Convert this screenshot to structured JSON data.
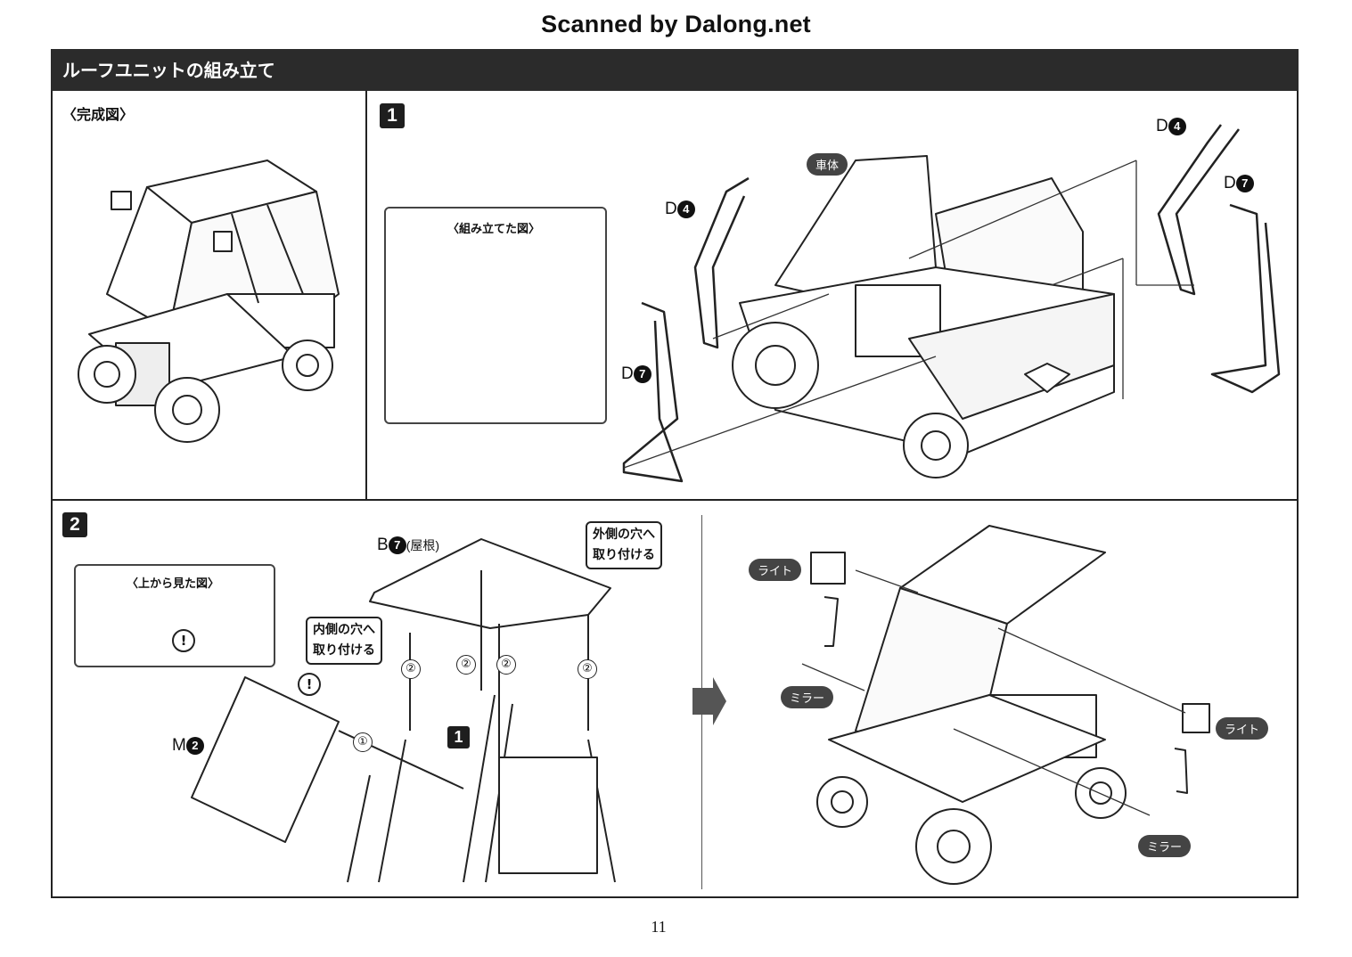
{
  "scan_credit": "Scanned by Dalong.net",
  "header": {
    "title": "ルーフユニットの組み立て"
  },
  "completed_view": {
    "label": "〈完成図〉"
  },
  "step1": {
    "number": "1",
    "inset_label": "〈組み立てた図〉",
    "body_tag": "車体",
    "parts": [
      {
        "letter": "D",
        "num": "4"
      },
      {
        "letter": "D",
        "num": "7"
      },
      {
        "letter": "D",
        "num": "4"
      },
      {
        "letter": "D",
        "num": "7"
      }
    ]
  },
  "step2": {
    "number": "2",
    "inset_label": "〈上から見た図〉",
    "roof_part": {
      "letter": "B",
      "num": "7",
      "note": "(屋根)"
    },
    "panel_part": {
      "letter": "M",
      "num": "2"
    },
    "outer_callout": [
      "外側の穴へ",
      "取り付ける"
    ],
    "inner_callout": [
      "内側の穴へ",
      "取り付ける"
    ],
    "order_marks": [
      "①",
      "②",
      "②",
      "②",
      "②"
    ],
    "ref_step": "1",
    "tags": {
      "light": "ライト",
      "mirror": "ミラー"
    },
    "warning": "!"
  },
  "page_number": "11"
}
